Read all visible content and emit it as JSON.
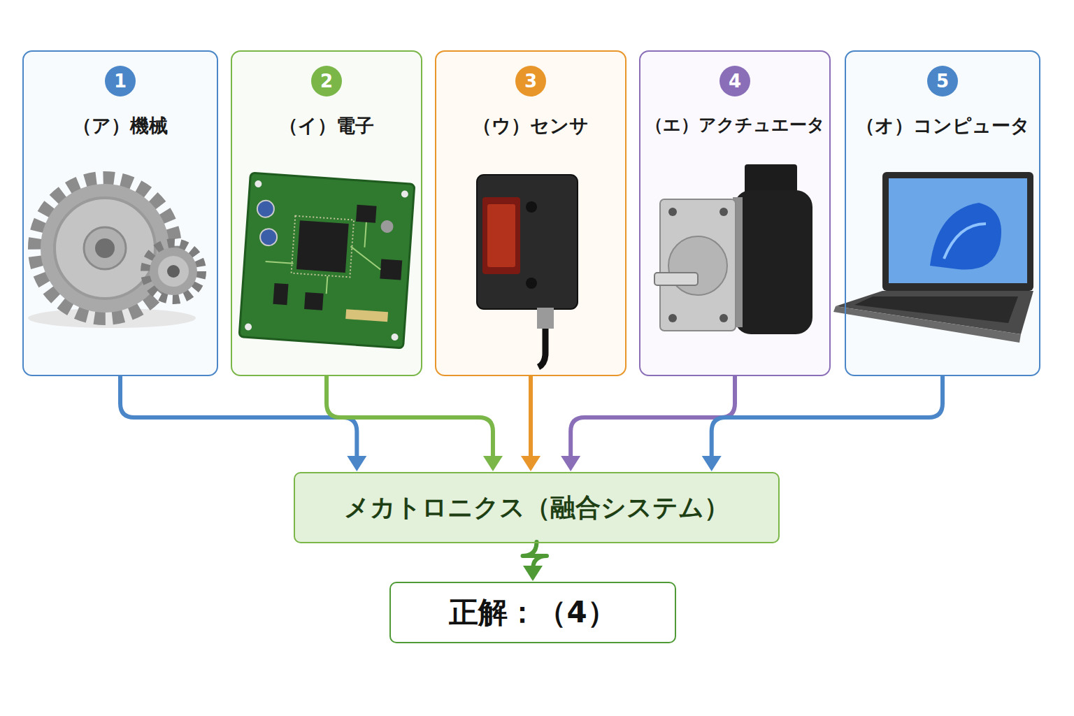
{
  "diagram": {
    "nodes": [
      {
        "text": [
          "1",
          "（ア）機械"
        ]
      },
      {
        "text": [
          "2",
          "（イ）電子"
        ]
      },
      {
        "text": [
          "3",
          "（ウ）センサ"
        ]
      },
      {
        "text": [
          "4",
          "（エ）アクチュエータ"
        ]
      },
      {
        "text": [
          "5",
          "（オ）コンピュータ"
        ]
      },
      {
        "text": [
          "メカトロニクス（融合システム）"
        ]
      },
      {
        "text": [
          "正解：（4）"
        ]
      }
    ],
    "edges": [
      {
        "from": 0,
        "to": 5,
        "arrow": "to"
      },
      {
        "from": 1,
        "to": 5,
        "arrow": "to"
      },
      {
        "from": 2,
        "to": 5,
        "arrow": "to"
      },
      {
        "from": 3,
        "to": 5,
        "arrow": "to"
      },
      {
        "from": 4,
        "to": 5,
        "arrow": "to"
      },
      {
        "from": 5,
        "to": 6,
        "arrow": "to"
      }
    ]
  }
}
